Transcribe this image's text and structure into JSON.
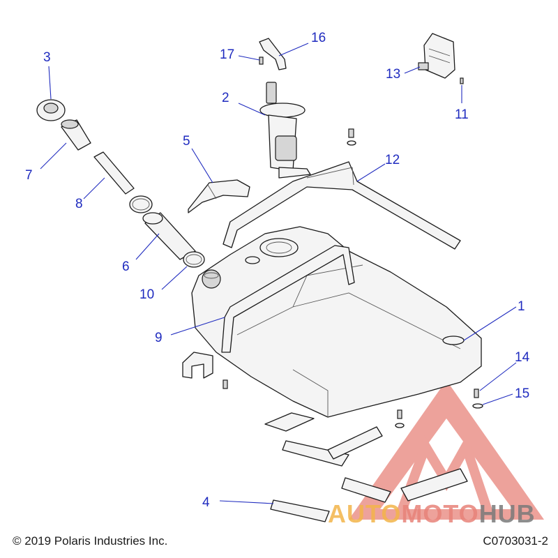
{
  "callouts": [
    {
      "id": "1",
      "label": "1"
    },
    {
      "id": "2",
      "label": "2"
    },
    {
      "id": "3",
      "label": "3"
    },
    {
      "id": "4",
      "label": "4"
    },
    {
      "id": "5",
      "label": "5"
    },
    {
      "id": "6",
      "label": "6"
    },
    {
      "id": "7",
      "label": "7"
    },
    {
      "id": "8",
      "label": "8"
    },
    {
      "id": "9",
      "label": "9"
    },
    {
      "id": "10",
      "label": "10"
    },
    {
      "id": "11",
      "label": "11"
    },
    {
      "id": "12",
      "label": "12"
    },
    {
      "id": "13",
      "label": "13"
    },
    {
      "id": "14",
      "label": "14"
    },
    {
      "id": "15",
      "label": "15"
    },
    {
      "id": "16",
      "label": "16"
    },
    {
      "id": "17",
      "label": "17"
    }
  ],
  "footer": {
    "copyright": "© 2019 Polaris Industries Inc.",
    "drawing_id": "C0703031-2"
  },
  "watermark": {
    "part_a": "AUTO",
    "part_b": "MOTO",
    "part_c": "HUB"
  },
  "colors": {
    "callout": "#1f2bbf",
    "watermark_red": "#e8837a",
    "watermark_orange": "#f3b44a",
    "watermark_gray": "#7a7a7a"
  }
}
